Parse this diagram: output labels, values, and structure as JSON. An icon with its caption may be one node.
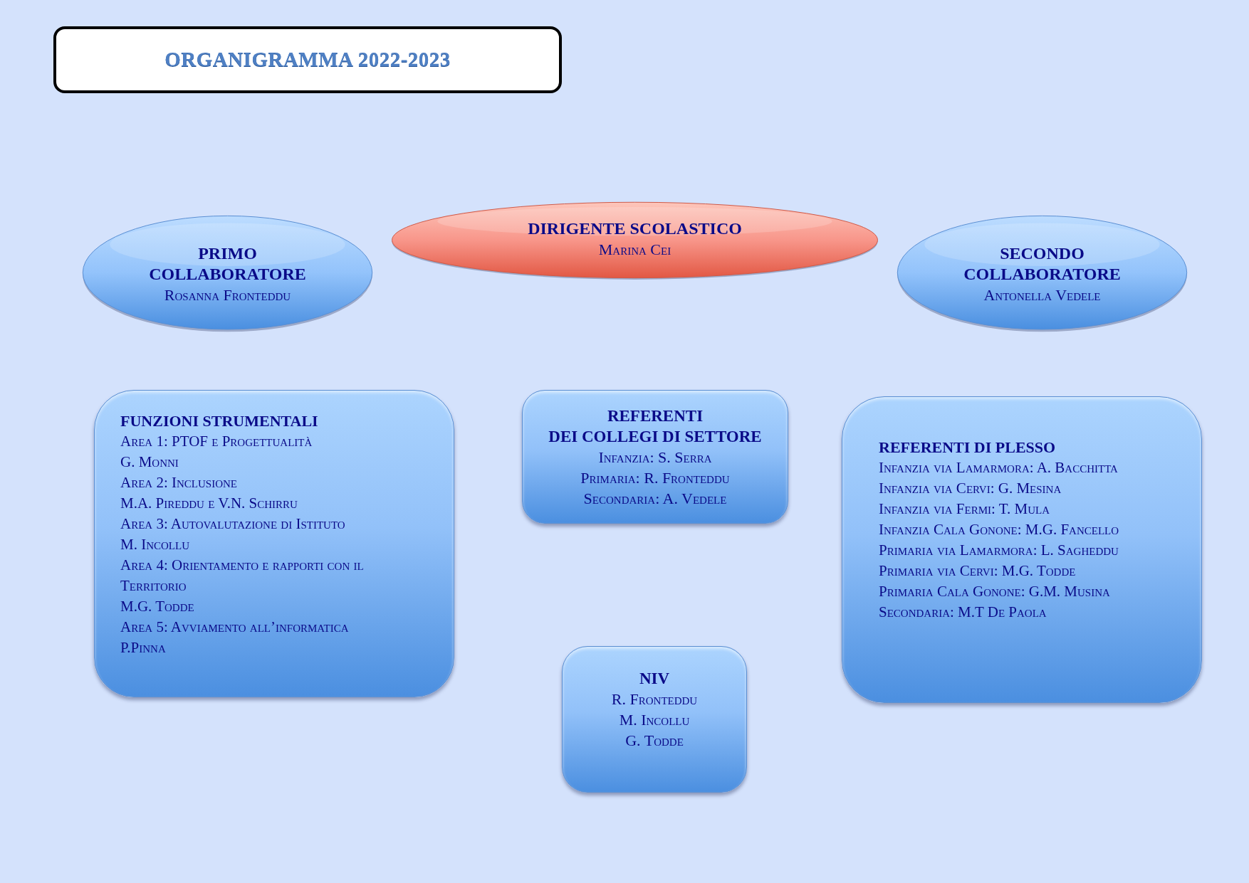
{
  "diagram": {
    "title": "ORGANIGRAMMA 2022-2023",
    "nodes": [
      {
        "text": [
          "DIRIGENTE SCOLASTICO",
          "Marina Cei"
        ]
      },
      {
        "text": [
          "PRIMO COLLABORATORE",
          "Rosanna Fronteddu"
        ]
      },
      {
        "text": [
          "SECONDO COLLABORATORE",
          "Antonella Vedele"
        ]
      },
      {
        "text": [
          "FUNZIONI STRUMENTALI",
          "Area 1: PTOF e Progettualità",
          "G. Monni",
          "Area 2: Inclusione",
          "M.A. Pireddu e V.N. Schirru",
          "Area 3: Autovalutazione di Istituto",
          "M. Incollu",
          "Area 4: Orientamento e rapporti con il Territorio",
          "M.G. Todde",
          "Area 5: Avviamento all’informatica",
          "P.Pinna"
        ]
      },
      {
        "text": [
          "REFERENTI DEI COLLEGI DI SETTORE",
          "Infanzia: S. Serra",
          "Primaria: R. Fronteddu",
          "Secondaria: A. Vedele"
        ]
      },
      {
        "text": [
          "REFERENTI DI PLESSO",
          "Infanzia via Lamarmora: A. Bacchitta",
          "Infanzia via Cervi: G. Mesina",
          "Infanzia via Fermi: T. Mula",
          "Infanzia Cala Gonone: M.G. Fancello",
          "Primaria via Lamarmora: L. Sagheddu",
          "Primaria via Cervi: M.G. Todde",
          "Primaria Cala Gonone: G.M. Musina",
          "Secondaria: M.T De Paola"
        ]
      },
      {
        "text": [
          "NIV",
          "R. Fronteddu",
          "M. Incollu",
          "G. Todde"
        ]
      }
    ]
  }
}
